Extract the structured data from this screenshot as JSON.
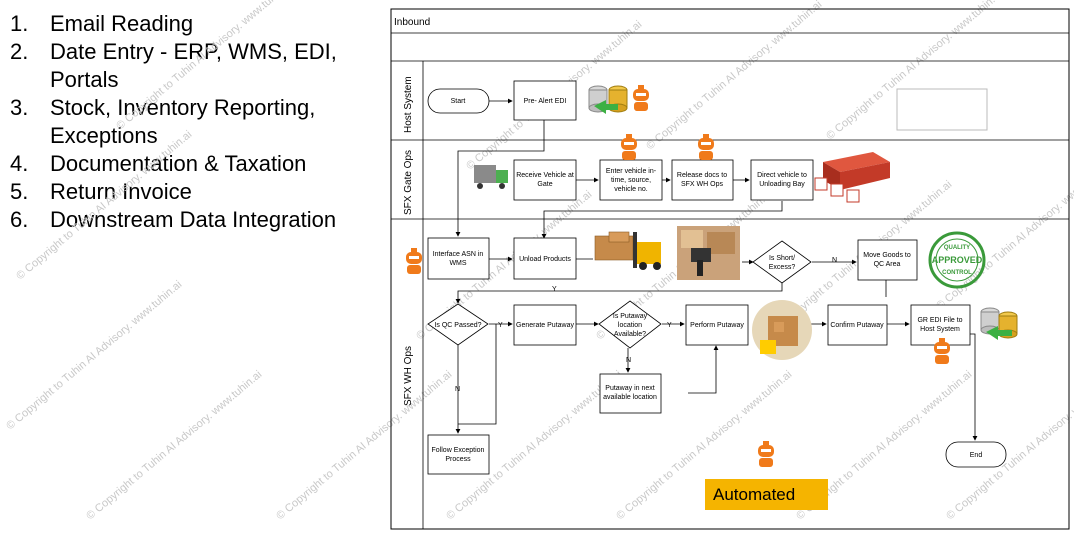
{
  "list_items": [
    {
      "num": "1.",
      "text": "Email Reading"
    },
    {
      "num": "2.",
      "text": "Date Entry - ERP, WMS, EDI, Portals"
    },
    {
      "num": "3.",
      "text": "Stock, Inventory Reporting, Exceptions"
    },
    {
      "num": "4.",
      "text": "Documentation & Taxation"
    },
    {
      "num": "5.",
      "text": "Return Invoice"
    },
    {
      "num": "6.",
      "text": "Downstream Data Integration"
    }
  ],
  "diagram": {
    "title": "Inbound",
    "lanes": {
      "host": "Host System",
      "gate": "SFX Gate Ops",
      "wh": "SFX WH Ops"
    },
    "nodes": {
      "start": "Start",
      "pre_alert": "Pre- Alert EDI",
      "receive_vehicle": [
        "Receive Vehicle at",
        "Gate"
      ],
      "enter_vehicle": [
        "Enter vehicle in-",
        "time, source,",
        "vehicle no."
      ],
      "release_docs": [
        "Release docs to",
        "SFX WH Ops"
      ],
      "direct_vehicle": [
        "Direct vehicle to",
        "Unloading Bay"
      ],
      "interface_asn": [
        "Interface ASN in",
        "WMS"
      ],
      "unload_products": "Unload Products",
      "is_short": [
        "Is Short/",
        "Excess?"
      ],
      "move_goods": [
        "Move Goods to",
        "QC Area"
      ],
      "is_qc": "Is QC Passed?",
      "generate_putaway": "Generate Putaway",
      "is_putaway": [
        "Is Putaway",
        "location",
        "Available?"
      ],
      "perform_putaway": "Perform Putaway",
      "confirm_putaway": "Confirm Putaway",
      "gr_edi": [
        "GR EDI File to",
        "Host System"
      ],
      "putaway_next": [
        "Putaway in next",
        "available location"
      ],
      "follow_exception": [
        "Follow Exception",
        "Process"
      ],
      "end": "End"
    },
    "edge_labels": {
      "n": "N",
      "y": "Y"
    },
    "stamp": {
      "top": "QUALITY",
      "main": "APPROVED",
      "bottom": "CONTROL"
    },
    "watermark": "© Copyright to Tuhin AI Advisory. www.tuhin.ai"
  },
  "badge": "Automated",
  "colors": {
    "robot": "#f07a1a",
    "badge": "#f5b400",
    "stamp": "#3a9a3a",
    "container": "#d03a2a"
  }
}
